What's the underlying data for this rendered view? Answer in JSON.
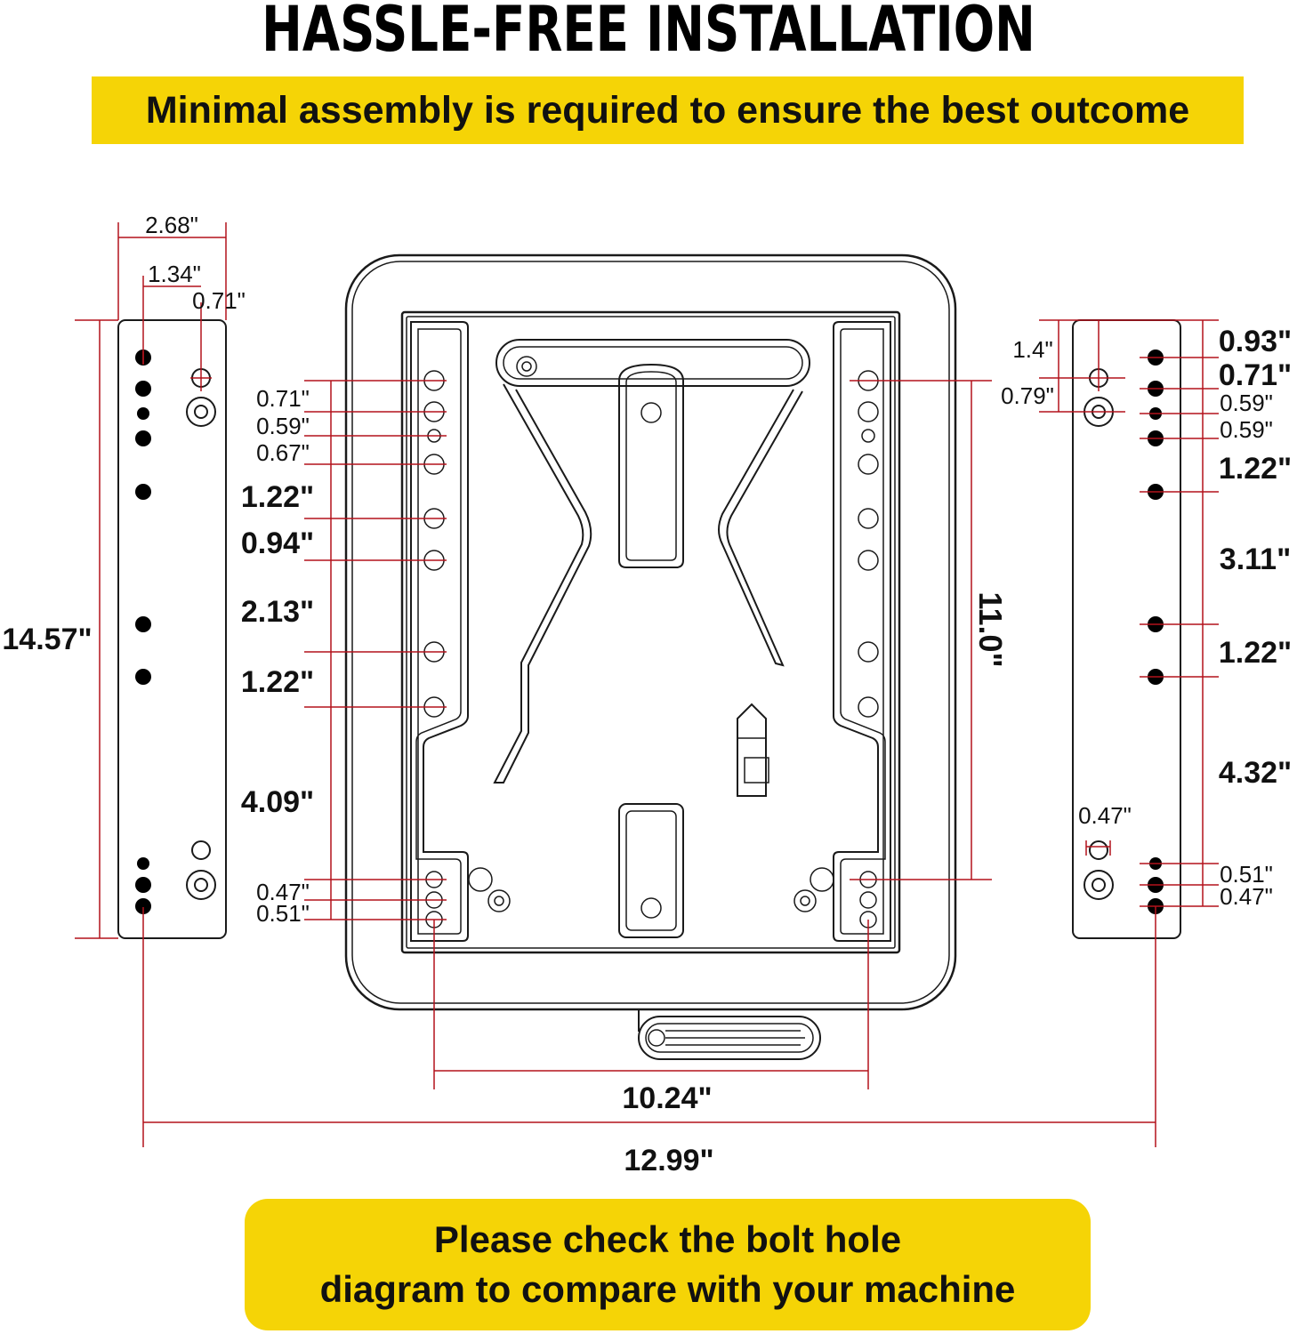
{
  "title": "HASSLE-FREE INSTALLATION",
  "subtitle": "Minimal assembly is required to ensure the best outcome",
  "note": {
    "line1": "Please check the bolt hole",
    "line2": "diagram to compare with your machine"
  },
  "colors": {
    "accent_yellow": "#f5d406",
    "dim_line": "#b3121c",
    "outline": "#1a1a1a"
  },
  "dimensions": {
    "left_bracket_width": "2.68\"",
    "left_bracket_center": "1.34\"",
    "left_bracket_offset": "0.71\"",
    "left_bracket_length": "14.57\"",
    "plate_left": [
      "0.71\"",
      "0.59\"",
      "0.67\"",
      "1.22\"",
      "0.94\"",
      "2.13\"",
      "1.22\"",
      "4.09\"",
      "0.47\"",
      "0.51\""
    ],
    "plate_height": "11.0\"",
    "right_bracket_small": [
      "1.4\"",
      "0.79\""
    ],
    "right_bracket": [
      "0.93\"",
      "0.71\"",
      "0.59\"",
      "0.59\"",
      "1.22\"",
      "3.11\"",
      "1.22\"",
      "4.32\"",
      "0.51\"",
      "0.47\""
    ],
    "right_bracket_hole": "0.47\"",
    "inner_width": "10.24\"",
    "outer_width": "12.99\""
  }
}
